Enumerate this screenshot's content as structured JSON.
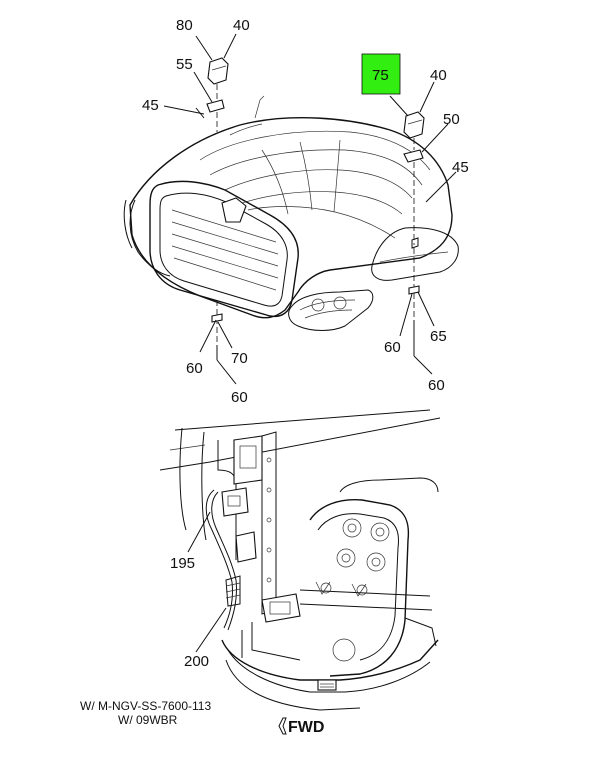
{
  "callouts": {
    "c80": "80",
    "c40_left": "40",
    "c55": "55",
    "c45_left": "45",
    "c75": "75",
    "c40_right": "40",
    "c50": "50",
    "c45_right": "45",
    "c60_a": "60",
    "c70": "70",
    "c60_b": "60",
    "c60_c": "60",
    "c65": "65",
    "c60_d": "60",
    "c195": "195",
    "c200": "200"
  },
  "highlight": {
    "color": "#33ee11",
    "callout": "75"
  },
  "notes": {
    "line1": "W/ M-NGV-SS-7600-113",
    "line2": "W/ 09WBR"
  },
  "direction": {
    "label": "FWD",
    "icon": "arrow-left-outline-icon"
  }
}
